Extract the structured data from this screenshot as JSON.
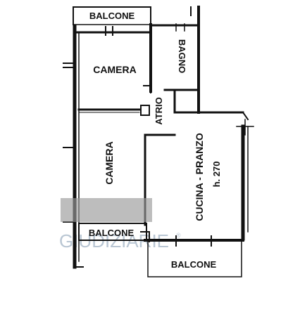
{
  "rooms": {
    "balcony_top": "BALCONE",
    "bedroom_top": "CAMERA",
    "bathroom": "BAGNO",
    "hall": "ATRIO",
    "bedroom_bottom": "CAMERA",
    "kitchen": "CUCINA - PRANZO",
    "ceiling_height": "h. 270",
    "balcony_left": "BALCONE",
    "balcony_bottom": "BALCONE"
  },
  "watermark": {
    "text": "GIUDIZIARIE",
    "registered_mark": "®"
  },
  "colors": {
    "wall": "#111111",
    "watermark": "#b9c6d3",
    "smudge": "#9a9a9a"
  }
}
